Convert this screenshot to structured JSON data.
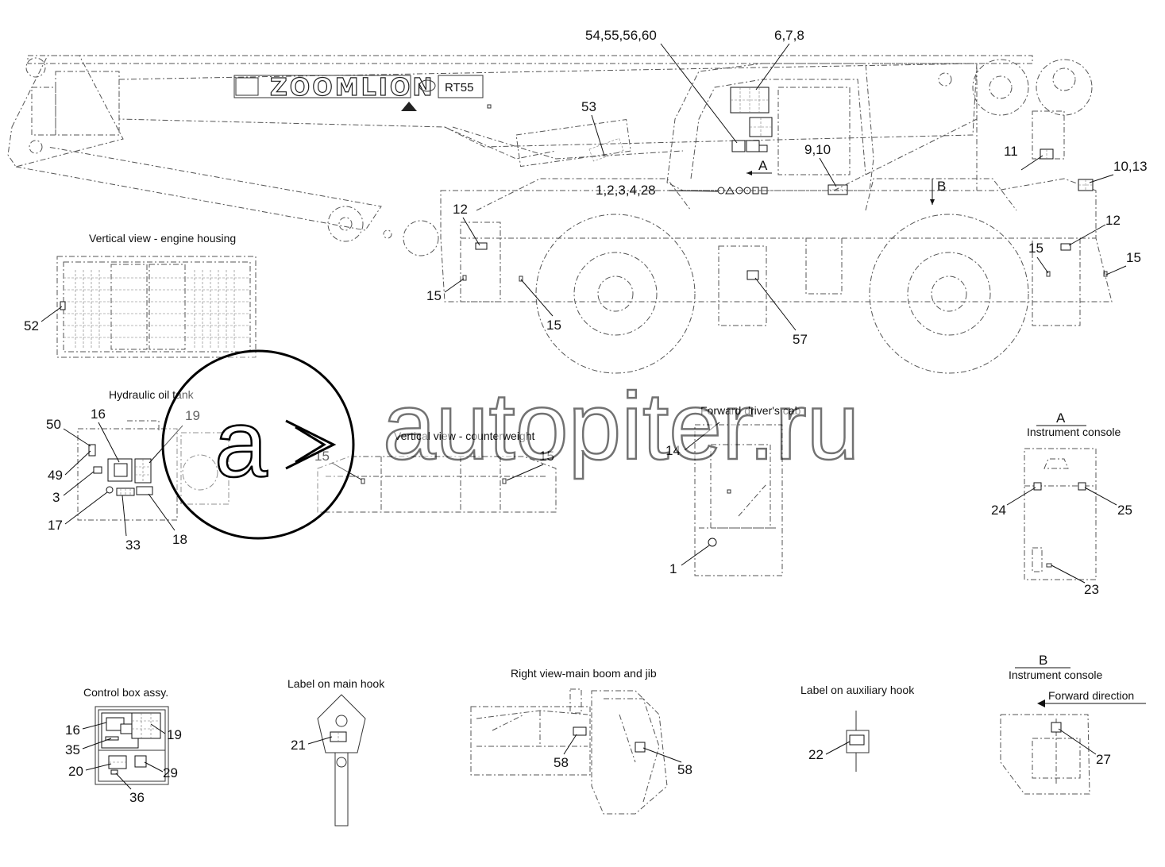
{
  "brand": {
    "logo_text": "ZOOMLION",
    "model": "RT55"
  },
  "watermark": {
    "text": "autopiter.ru"
  },
  "view_titles": {
    "engine_housing": "Vertical view - engine housing",
    "hydraulic_tank": "Hydraulic oil tank",
    "counterweight": "Vertical view - counterweight",
    "cab": "Forward driver's cab",
    "console_a_letter": "A",
    "console_a": "Instrument console",
    "control_box": "Control box assy.",
    "main_hook": "Label on main hook",
    "boom_jib": "Right view-main boom and jib",
    "aux_hook": "Label on auxiliary hook",
    "console_b_letter": "B",
    "console_b": "Instrument console",
    "forward_dir": "Forward direction"
  },
  "view_markers": {
    "a": "A",
    "b": "B"
  },
  "callouts": {
    "c54": "54,55,56,60",
    "c678": "6,7,8",
    "c53": "53",
    "c910": "9,10",
    "c1234": "1,2,3,4,28",
    "c11": "11",
    "c1013": "10,13",
    "c12a": "12",
    "c12b": "12",
    "c15a": "15",
    "c15b": "15",
    "c15c": "15",
    "c15d": "15",
    "c15e": "15",
    "c15f": "15",
    "c57": "57",
    "c52": "52",
    "c50": "50",
    "c16a": "16",
    "c19a": "19",
    "c49": "49",
    "c3": "3",
    "c17": "17",
    "c33": "33",
    "c18": "18",
    "c14": "14",
    "c1": "1",
    "c24": "24",
    "c25": "25",
    "c23": "23",
    "c16b": "16",
    "c19b": "19",
    "c35": "35",
    "c20": "20",
    "c29": "29",
    "c36": "36",
    "c21": "21",
    "c58a": "58",
    "c58b": "58",
    "c22": "22",
    "c27": "27"
  }
}
